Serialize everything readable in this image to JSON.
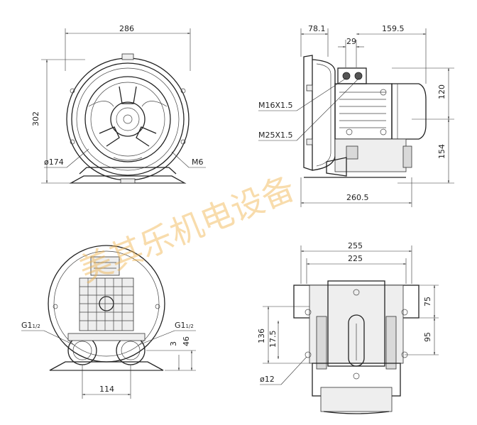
{
  "front_view": {
    "width_dim": "286",
    "height_dim": "302",
    "diameter_label": "ø174",
    "bolt_label": "M6"
  },
  "side_view": {
    "dim_top_left": "78.1",
    "dim_top_mid": "29",
    "dim_top_right": "159.5",
    "dim_right_top": "120",
    "dim_right_bottom": "154",
    "dim_bottom": "260.5",
    "label_m16": "M16X1.5",
    "label_m25": "M25X1.5"
  },
  "rear_view": {
    "port_left": "G1",
    "port_left_sub": "1/2",
    "port_right": "G1",
    "port_right_sub": "1/2",
    "dim_bottom": "114",
    "dim_right_small": "3",
    "dim_right_large": "46"
  },
  "bottom_view": {
    "dim_top_outer": "255",
    "dim_top_inner": "225",
    "dim_left_outer": "136",
    "dim_left_inner": "17.5",
    "dim_right_top": "75",
    "dim_right_bottom": "95",
    "hole_label": "ø12"
  },
  "watermark": "美其乐机电设备"
}
